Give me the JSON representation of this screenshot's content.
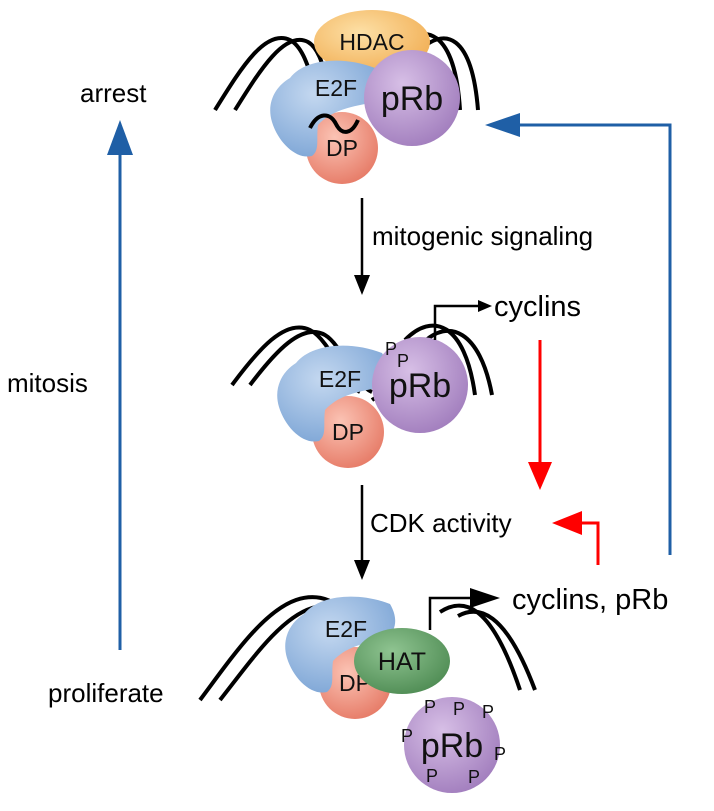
{
  "labels": {
    "arrest": "arrest",
    "mitosis": "mitosis",
    "proliferate": "proliferate",
    "mitogenic_signaling": "mitogenic signaling",
    "cdk_activity": "CDK activity",
    "cyclins": "cyclins",
    "cyclins_prb": "cyclins, pRb"
  },
  "proteins": {
    "hdac": "HDAC",
    "e2f": "E2F",
    "dp": "DP",
    "prb": "pRb",
    "hat": "HAT",
    "phospho": "P"
  },
  "colors": {
    "blue_arrow": "#1f5fa6",
    "red_arrow": "#ff0000",
    "black_arrow": "#000000",
    "e2f_fill": "#8fb3de",
    "dp_fill": "#ee8c7a",
    "prb_fill": "#b490cc",
    "hdac_fill": "#f4bd6c",
    "hat_fill": "#5e9a62"
  }
}
